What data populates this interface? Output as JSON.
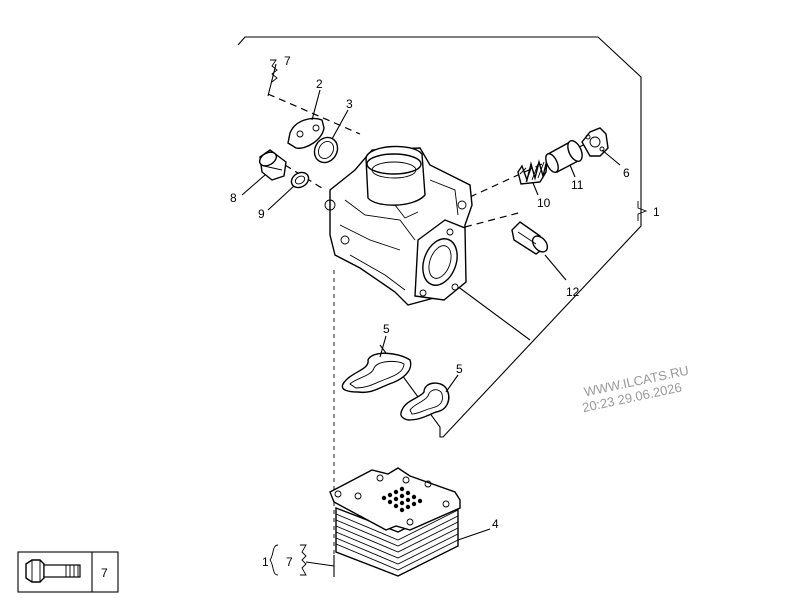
{
  "callouts": {
    "c1_group": "1",
    "c2": "2",
    "c3": "3",
    "c4": "4",
    "c5_upper": "5",
    "c5_lower": "5",
    "c6": "6",
    "c7_top": "7",
    "c8": "8",
    "c9": "9",
    "c10": "10",
    "c11": "11",
    "c12": "12",
    "c1_bottom": "1",
    "c7_bottom": "7"
  },
  "legend": {
    "ref": "7",
    "icon": "bolt-icon"
  },
  "watermark": {
    "site": "WWW.ILCATS.RU",
    "timestamp": "20:23 29.06.2026"
  }
}
